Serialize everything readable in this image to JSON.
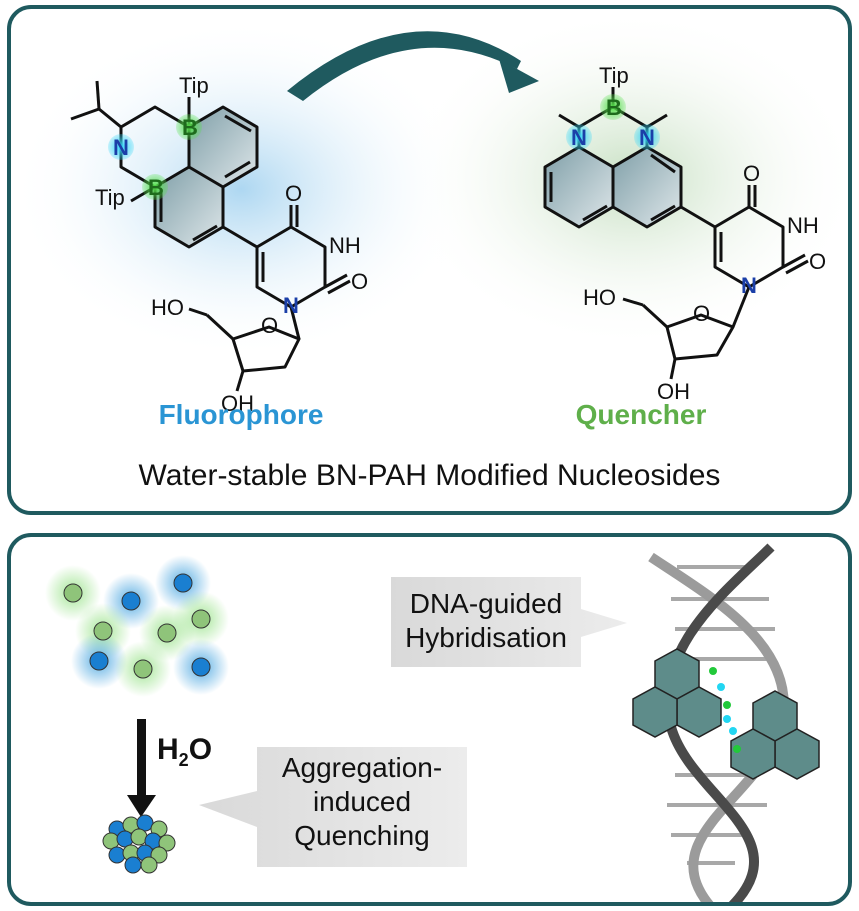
{
  "top": {
    "caption": "Water-stable BN-PAH Modified Nucleosides",
    "fluorophore": {
      "name": "Fluorophore",
      "color": "#2a95d4",
      "labels": {
        "tip_top": "Tip",
        "tip_bottom": "Tip",
        "boron": "B",
        "nitrogen": "N",
        "carbonyl_1": "O",
        "nh": "NH",
        "carbonyl_2": "O",
        "ring_n": "N",
        "ho": "HO",
        "ring_o": "O",
        "oh": "OH"
      }
    },
    "quencher": {
      "name": "Quencher",
      "color": "#5faf4a",
      "labels": {
        "tip_top": "Tip",
        "boron": "B",
        "nitrogen_left": "N",
        "nitrogen_right": "N",
        "carbonyl_1": "O",
        "nh": "NH",
        "carbonyl_2": "O",
        "ring_n": "N",
        "ho": "HO",
        "ring_o": "O",
        "oh": "OH"
      }
    }
  },
  "bottom": {
    "h2o": "H",
    "h2o_sub": "2",
    "h2o_tail": "O",
    "aggregation_lines": [
      "Aggregation-",
      "induced",
      "Quenching"
    ],
    "dna_lines": [
      "DNA-guided",
      "Hybridisation"
    ]
  },
  "colors": {
    "border": "#1f5a5f",
    "boron": "#3ed43a",
    "nitrogen_glow": "#2bd0f2",
    "hexagon": "#5e8c8a",
    "blue_dot": "#1a7fd1",
    "green_dot": "#8fc47a"
  }
}
